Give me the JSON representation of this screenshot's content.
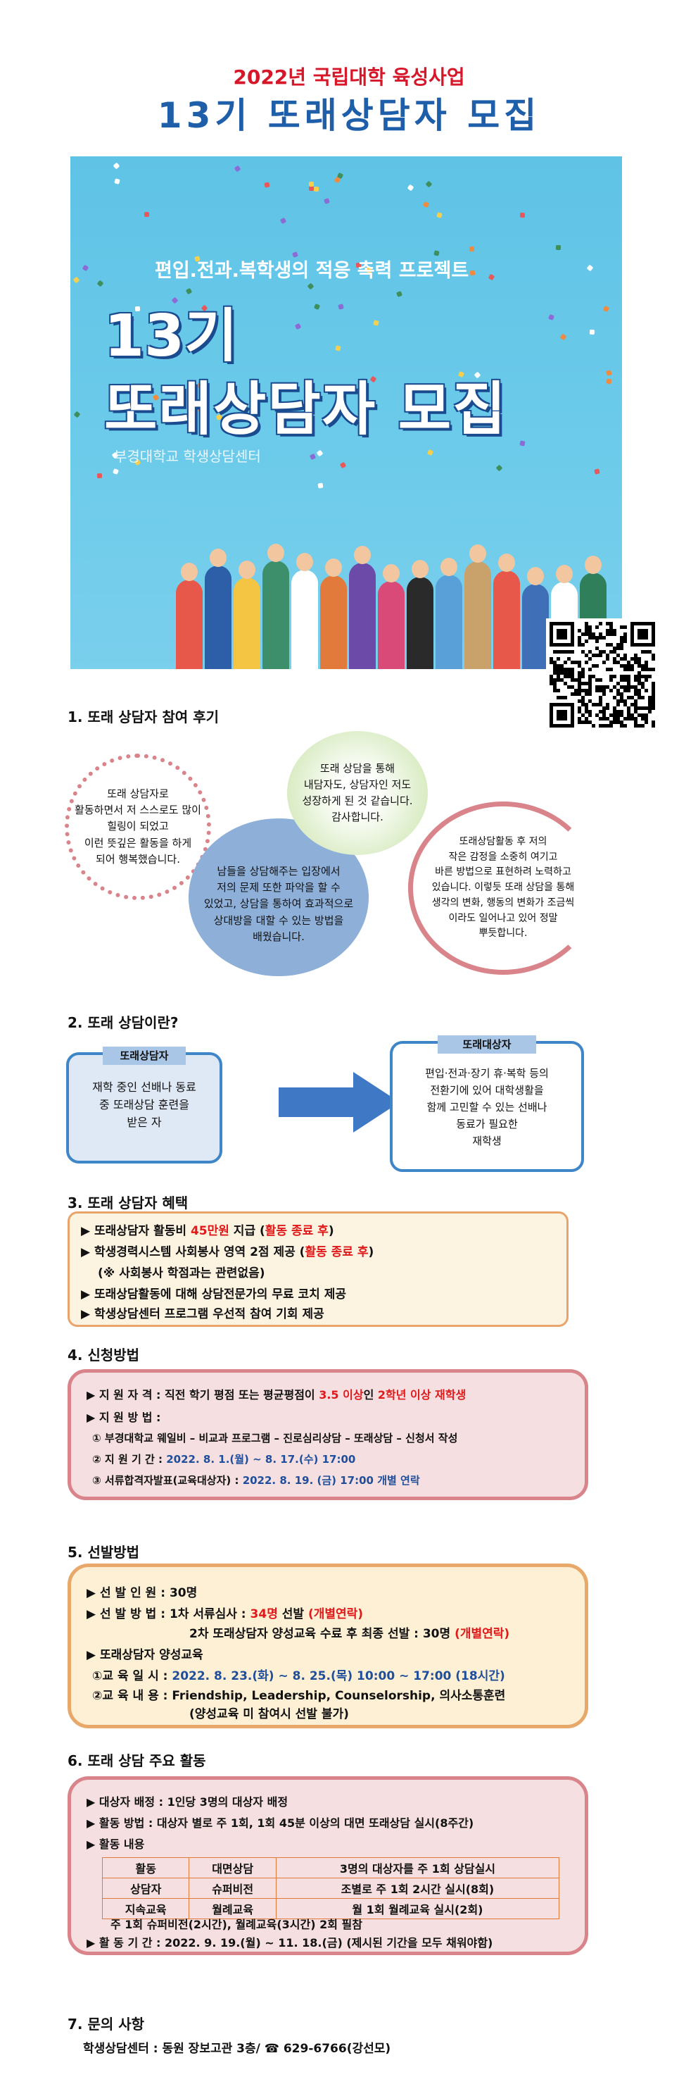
{
  "header": {
    "subtitle": "2022년 국립대학 육성사업",
    "title": "13기 또래상담자 모집"
  },
  "poster": {
    "tagline": "편입.전과.복학생의 적응 촉력 프로젝트",
    "big1": "13기",
    "big2": "또래상담자 모집",
    "org": "부경대학교 학생상담센터"
  },
  "sections": {
    "s1": "1. 또래 상담자 참여 후기",
    "s2": "2. 또래 상담이란?",
    "s3": "3. 또래 상담자 혜택",
    "s4": "4. 신청방법",
    "s5": "5. 선발방법",
    "s6": "6. 또래 상담 주요 활동",
    "s7": "7. 문의 사항"
  },
  "reviews": {
    "r1": "또래 상담자로\n활동하면서 저 스스로도 많이\n힐링이 되었고\n이런 뜻깊은 활동을 하게\n되어 행복했습니다.",
    "r2": "또래 상담을 통해\n내담자도, 상담자인 저도\n성장하게 된 것 같습니다.\n감사합니다.",
    "r3": "남들을 상담해주는 입장에서\n저의 문제 또한 파악을 할 수\n있었고, 상담을 통하여 효과적으로\n상대방을 대할 수 있는 방법을\n배웠습니다.",
    "r4": "또래상담활동 후 저의\n작은 감정을 소중히 여기고\n바른 방법으로 표현하려 노력하고\n있습니다. 이렇듯 또래 상담을 통해\n생각의 변화, 행동의 변화가 조금씩\n이라도 일어나고 있어 정말\n뿌듯합니다."
  },
  "about": {
    "left_label": "또래상담자",
    "left_text": "재학 중인 선배나 동료\n중 또래상담 훈련을\n받은 자",
    "right_label": "또래대상자",
    "right_text": "편입·전과·장기 휴·복학 등의\n전환기에 있어 대학생활을\n함께 고민할 수 있는 선배나\n동료가 필요한\n재학생"
  },
  "benefits": {
    "b1_a": "▶ 또래상담자 활동비 ",
    "b1_b": "45만원",
    "b1_c": " 지급 (",
    "b1_d": "활동 종료 후",
    "b1_e": ")",
    "b2_a": "▶ 학생경력시스템 사회봉사 영역 2점 제공 (",
    "b2_b": "활동 종료 후",
    "b2_c": ")",
    "b3": "(※ 사회봉사 학점과는 관련없음)",
    "b4": "▶ 또래상담활동에 대해 상담전문가의 무료 코치 제공",
    "b5": "▶ 학생상담센터 프로그램 우선적 참여 기회 제공"
  },
  "apply": {
    "a1_a": "▶ 지 원 자 격 : 직전 학기 평점 또는 평균평점이 ",
    "a1_b": "3.5 이상",
    "a1_c": "인 ",
    "a1_d": "2학년 이상 재학생",
    "a2": "▶ 지 원 방 법 :",
    "a3": "① 부경대학교 웨일비 – 비교과 프로그램 – 진로심리상담 – 또래상담 – 신청서 작성",
    "a4_a": "② 지 원 기 간 : ",
    "a4_b": "2022. 8. 1.(월) ~ 8. 17.(수) 17:00",
    "a5_a": "③ 서류합격자발표(교육대상자) : ",
    "a5_b": "2022. 8. 19. (금) 17:00 개별 연락"
  },
  "select": {
    "s1": "▶ 선 발 인 원 : 30명",
    "s2_a": "▶ 선 발 방 법 : 1차 서류심사 : ",
    "s2_b": "34명",
    "s2_c": " 선발 ",
    "s2_d": "(개별연락)",
    "s3_a": "2차 또래상담자 양성교육 수료 후 최종 선발 : 30명 ",
    "s3_b": "(개별연락)",
    "s4": "▶ 또래상담자 양성교육",
    "s5_a": "①교 육 일 시 : ",
    "s5_b": "2022. 8. 23.(화) ~ 8. 25.(목) 10:00 ~ 17:00 (18시간)",
    "s6": "②교 육 내 용 : Friendship, Leadership, Counselorship, 의사소통훈련",
    "s7": "(양성교육 미 참여시 선발 불가)"
  },
  "activity": {
    "a1": "▶ 대상자 배정 : 1인당 3명의 대상자 배정",
    "a2": "▶ 활동 방법 : 대상자 별로 주 1회, 1회 45분 이상의 대면 또래상담 실시(8주간)",
    "a3": "▶ 활동 내용",
    "table": [
      [
        "활동",
        "대면상담",
        "3명의 대상자를 주 1회 상담실시"
      ],
      [
        "상담자",
        "슈퍼비전",
        "조별로 주 1회 2시간 실시(8회)"
      ],
      [
        "지속교육",
        "월례교육",
        "월 1회 월례교육 실시(2회)"
      ]
    ],
    "a4": "주 1회 슈퍼비전(2시간), 월례교육(3시간) 2회 필참",
    "a5": "▶ 활 동 기 간 : 2022. 9. 19.(월) ~ 11. 18.(금) (제시된 기간을 모두 채워야함)"
  },
  "contact": {
    "text": "학생상담센터 : 동원 장보고관 3층/ ☎ 629-6766(강선모)"
  },
  "colors": {
    "title_blue": "#1f5ea8",
    "accent_red": "#d6172a",
    "sky": "#66c8e8"
  }
}
